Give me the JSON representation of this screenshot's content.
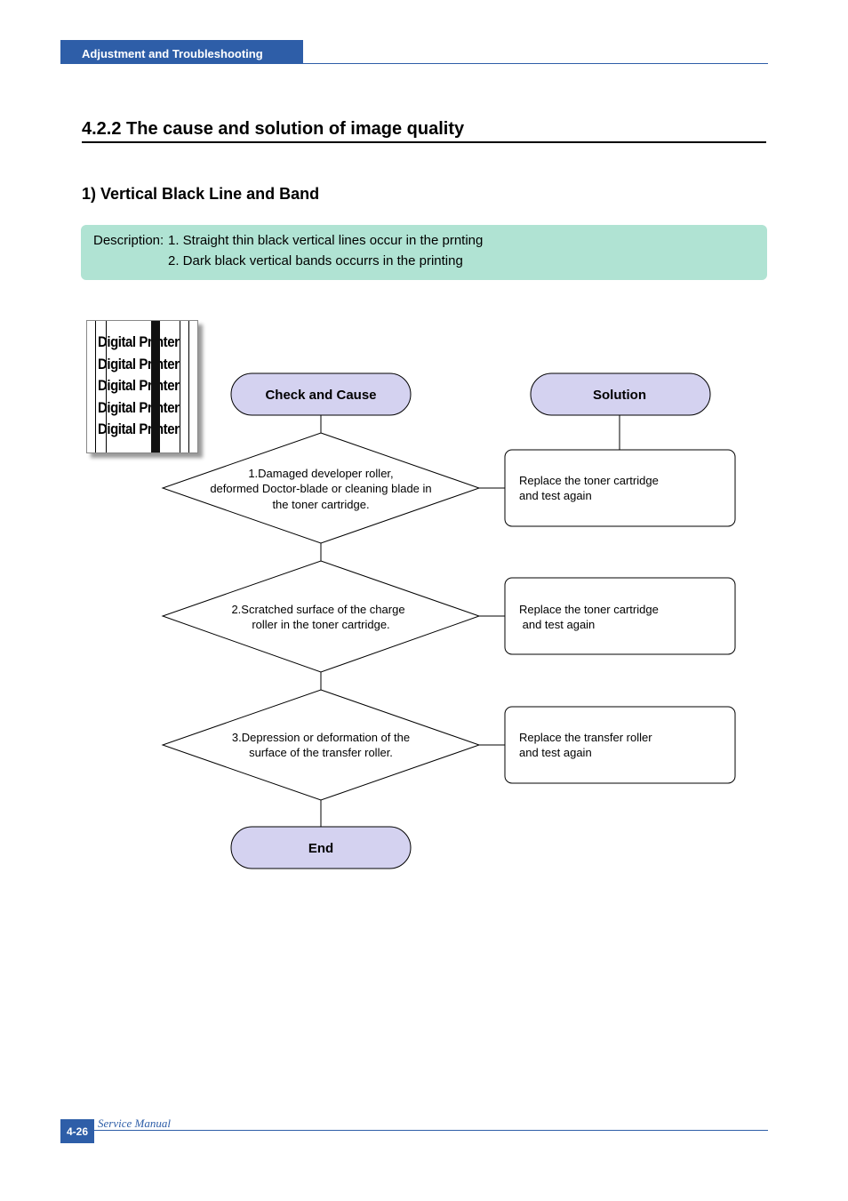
{
  "header": {
    "tab_label": "Adjustment and Troubleshooting"
  },
  "section": {
    "title": "4.2.2 The cause and solution of image quality"
  },
  "subsection": {
    "title": "1) Vertical Black Line and Band"
  },
  "description": {
    "label": "Description:",
    "line1": "1. Straight thin black vertical lines occur in the prnting",
    "line2": "2. Dark black vertical bands occurrs in the printing"
  },
  "sample_print": {
    "lines": [
      "Digital Printer",
      "Digital Printer",
      "Digital Printer",
      "Digital Printer",
      "Digital Printer"
    ]
  },
  "flowchart": {
    "check_label": "Check and Cause",
    "solution_label": "Solution",
    "end_label": "End",
    "causes": [
      [
        "1.Damaged developer roller,",
        "deformed Doctor-blade or cleaning blade in",
        "the toner cartridge."
      ],
      [
        "2.Scratched surface of the charge",
        "roller in the toner cartridge."
      ],
      [
        "3.Depression or deformation of the",
        "surface of the transfer roller."
      ]
    ],
    "solutions": [
      [
        "Replace the toner cartridge",
        "and test again"
      ],
      [
        "Replace the toner cartridge",
        " and test again"
      ],
      [
        "Replace the transfer roller",
        "and test again"
      ]
    ],
    "colors": {
      "terminal_fill": "#d4d2f0",
      "line": "#000000"
    }
  },
  "footer": {
    "page": "4-26",
    "label": "Service Manual"
  }
}
